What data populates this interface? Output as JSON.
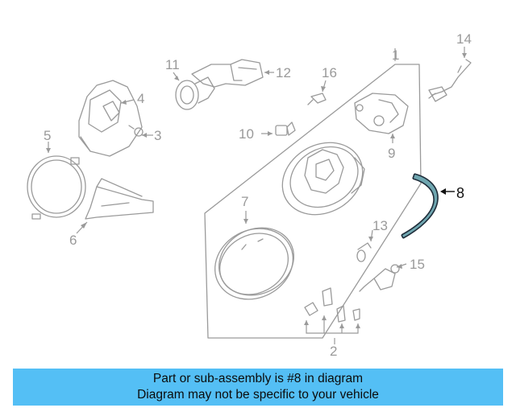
{
  "diagram": {
    "callouts": {
      "c1": "1",
      "c2": "2",
      "c3": "3",
      "c4": "4",
      "c5": "5",
      "c6": "6",
      "c7": "7",
      "c8": "8",
      "c9": "9",
      "c10": "10",
      "c11": "11",
      "c12": "12",
      "c13": "13",
      "c14": "14",
      "c15": "15",
      "c16": "16"
    },
    "highlighted_part": "8",
    "colors": {
      "line_art": "#9a9a9a",
      "highlight_fill": "#6fa6b0",
      "highlight_outline": "#1f2d3a",
      "caption_background": "#54bff5"
    }
  },
  "caption": {
    "line1": "Part or sub-assembly is #8 in diagram",
    "line2": "Diagram may not be specific to your vehicle"
  }
}
